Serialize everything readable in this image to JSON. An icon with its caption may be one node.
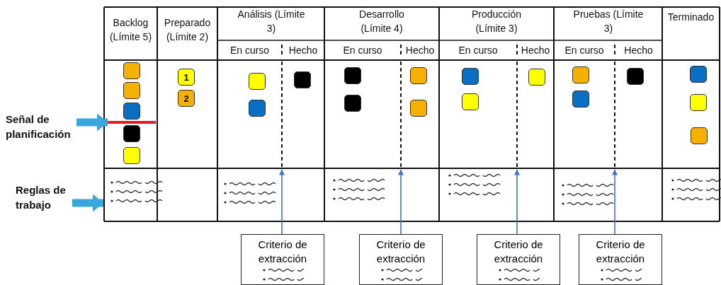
{
  "diagram": {
    "nodes": [
      {
        "text": [
          "Señal de planificación"
        ]
      },
      {
        "text": [
          "Reglas de trabajo"
        ]
      },
      {
        "text": [],
        "shape": "box"
      },
      {
        "text": [],
        "shape": "box"
      },
      {
        "text": [],
        "shape": "box"
      },
      {
        "text": [],
        "shape": "box"
      },
      {
        "text": [],
        "shape": "box"
      },
      {
        "text": [
          "1"
        ]
      },
      {
        "text": [
          "2"
        ]
      },
      {
        "text": [],
        "shape": "box"
      },
      {
        "text": [],
        "shape": "box"
      },
      {
        "text": [],
        "shape": "box"
      },
      {
        "text": [],
        "shape": "box"
      },
      {
        "text": [],
        "shape": "box"
      },
      {
        "text": [],
        "shape": "box"
      },
      {
        "text": [],
        "shape": "box"
      },
      {
        "text": [],
        "shape": "box"
      },
      {
        "text": [],
        "shape": "box"
      },
      {
        "text": [],
        "shape": "box"
      },
      {
        "text": [],
        "shape": "box"
      },
      {
        "text": [],
        "shape": "box"
      },
      {
        "text": [],
        "shape": "box"
      },
      {
        "text": [],
        "shape": "box"
      },
      {
        "text": [],
        "shape": "box"
      },
      {
        "text": [],
        "shape": "box"
      },
      {
        "text": [
          "Criterio de extracción"
        ]
      },
      {
        "text": [
          "Criterio de extracción"
        ]
      },
      {
        "text": [
          "Criterio de extracción"
        ]
      },
      {
        "text": [
          "Criterio de extracción"
        ]
      },
      {
        "text": [],
        "shape": "bar"
      }
    ],
    "edges": [
      {
        "from": 0,
        "to": 29,
        "arrow": "to",
        "style": "thick"
      },
      {
        "from": 1,
        "to": null,
        "arrow": "to",
        "style": "thick"
      },
      {
        "from": 25,
        "to": null,
        "arrow": "to"
      },
      {
        "from": 26,
        "to": null,
        "arrow": "to"
      },
      {
        "from": 27,
        "to": null,
        "arrow": "to"
      },
      {
        "from": 28,
        "to": null,
        "arrow": "to"
      }
    ],
    "labels": [
      "Backlog (Límite 5)",
      "Preparado (Límite 2)",
      "Análisis (Límite 3)",
      "Desarrollo (Límite 4)",
      "Producción (Límite 3)",
      "Pruebas (Límite 3)",
      "Terminado",
      "En curso",
      "Hecho",
      "En curso",
      "Hecho",
      "En curso",
      "Hecho",
      "En curso",
      "Hecho"
    ]
  }
}
